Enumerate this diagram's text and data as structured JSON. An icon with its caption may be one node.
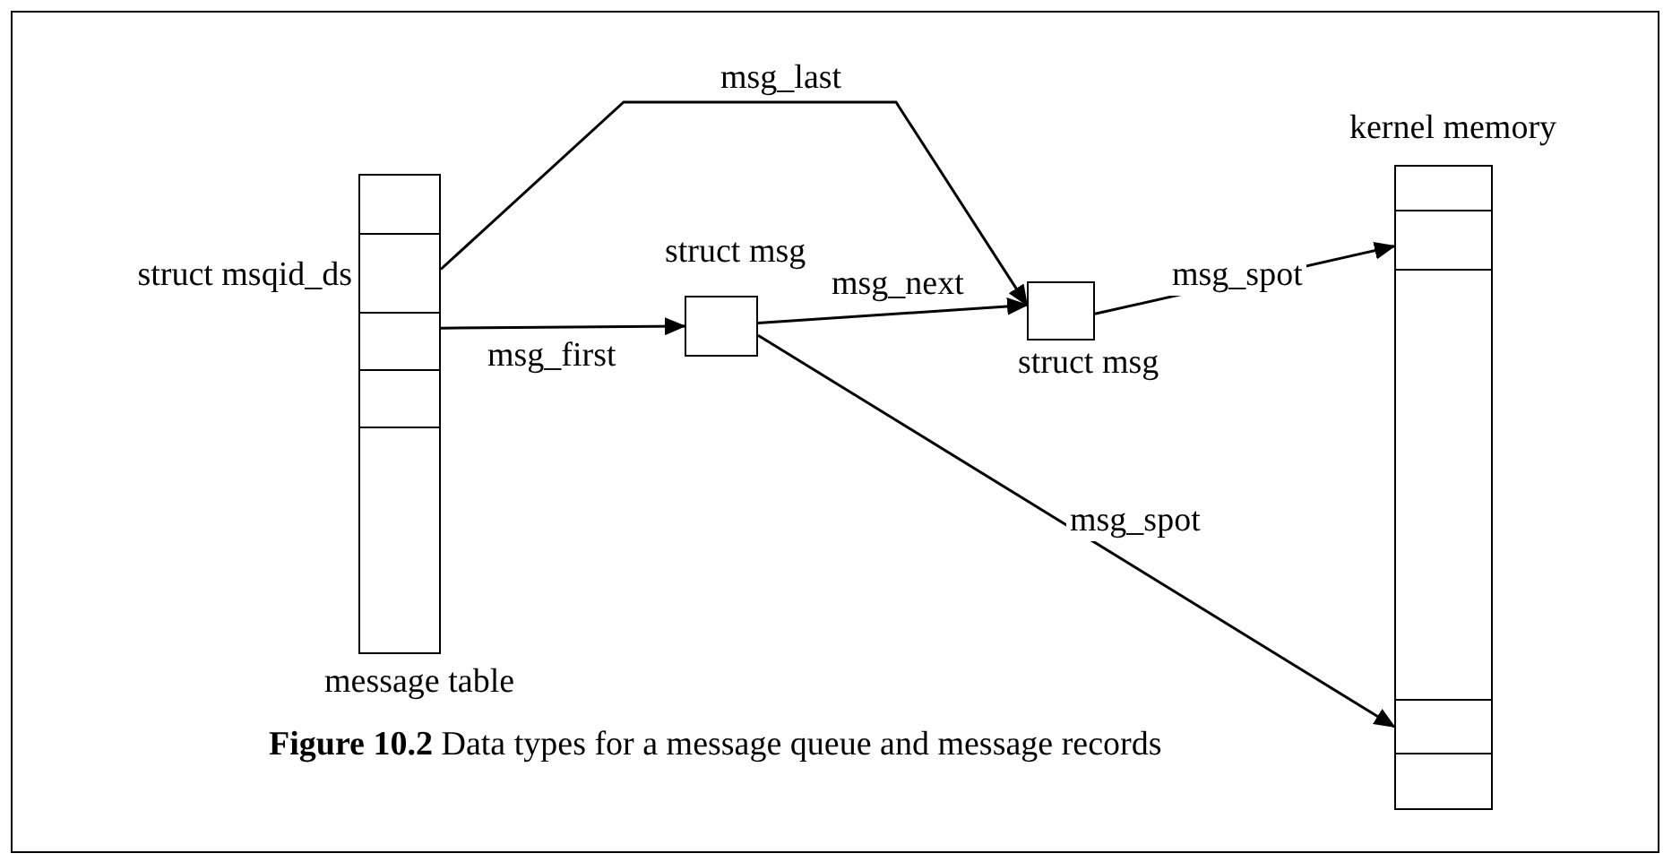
{
  "diagram": {
    "caption": "**Figure 10.2** Data types for a message queue and message records",
    "nodes": [
      {
        "text": [
          "message table"
        ]
      },
      {
        "text": [
          "struct msqid_ds"
        ],
        "in": 0
      },
      {
        "text": [
          "struct msg"
        ]
      },
      {
        "text": [
          "struct msg"
        ]
      },
      {
        "text": [
          "kernel memory"
        ]
      },
      {
        "text": [],
        "shape": "box",
        "in": 4
      },
      {
        "text": [],
        "shape": "box",
        "in": 4
      }
    ],
    "edges": [
      {
        "from": 1,
        "to": 3,
        "arrow": "to",
        "label": "msg_last"
      },
      {
        "from": 1,
        "to": 2,
        "arrow": "to",
        "label": "msg_first"
      },
      {
        "from": 2,
        "to": 3,
        "arrow": "to",
        "label": "msg_next"
      },
      {
        "from": 3,
        "to": 5,
        "arrow": "to",
        "label": "msg_spot"
      },
      {
        "from": 2,
        "to": 6,
        "arrow": "to",
        "label": "msg_spot"
      }
    ]
  }
}
